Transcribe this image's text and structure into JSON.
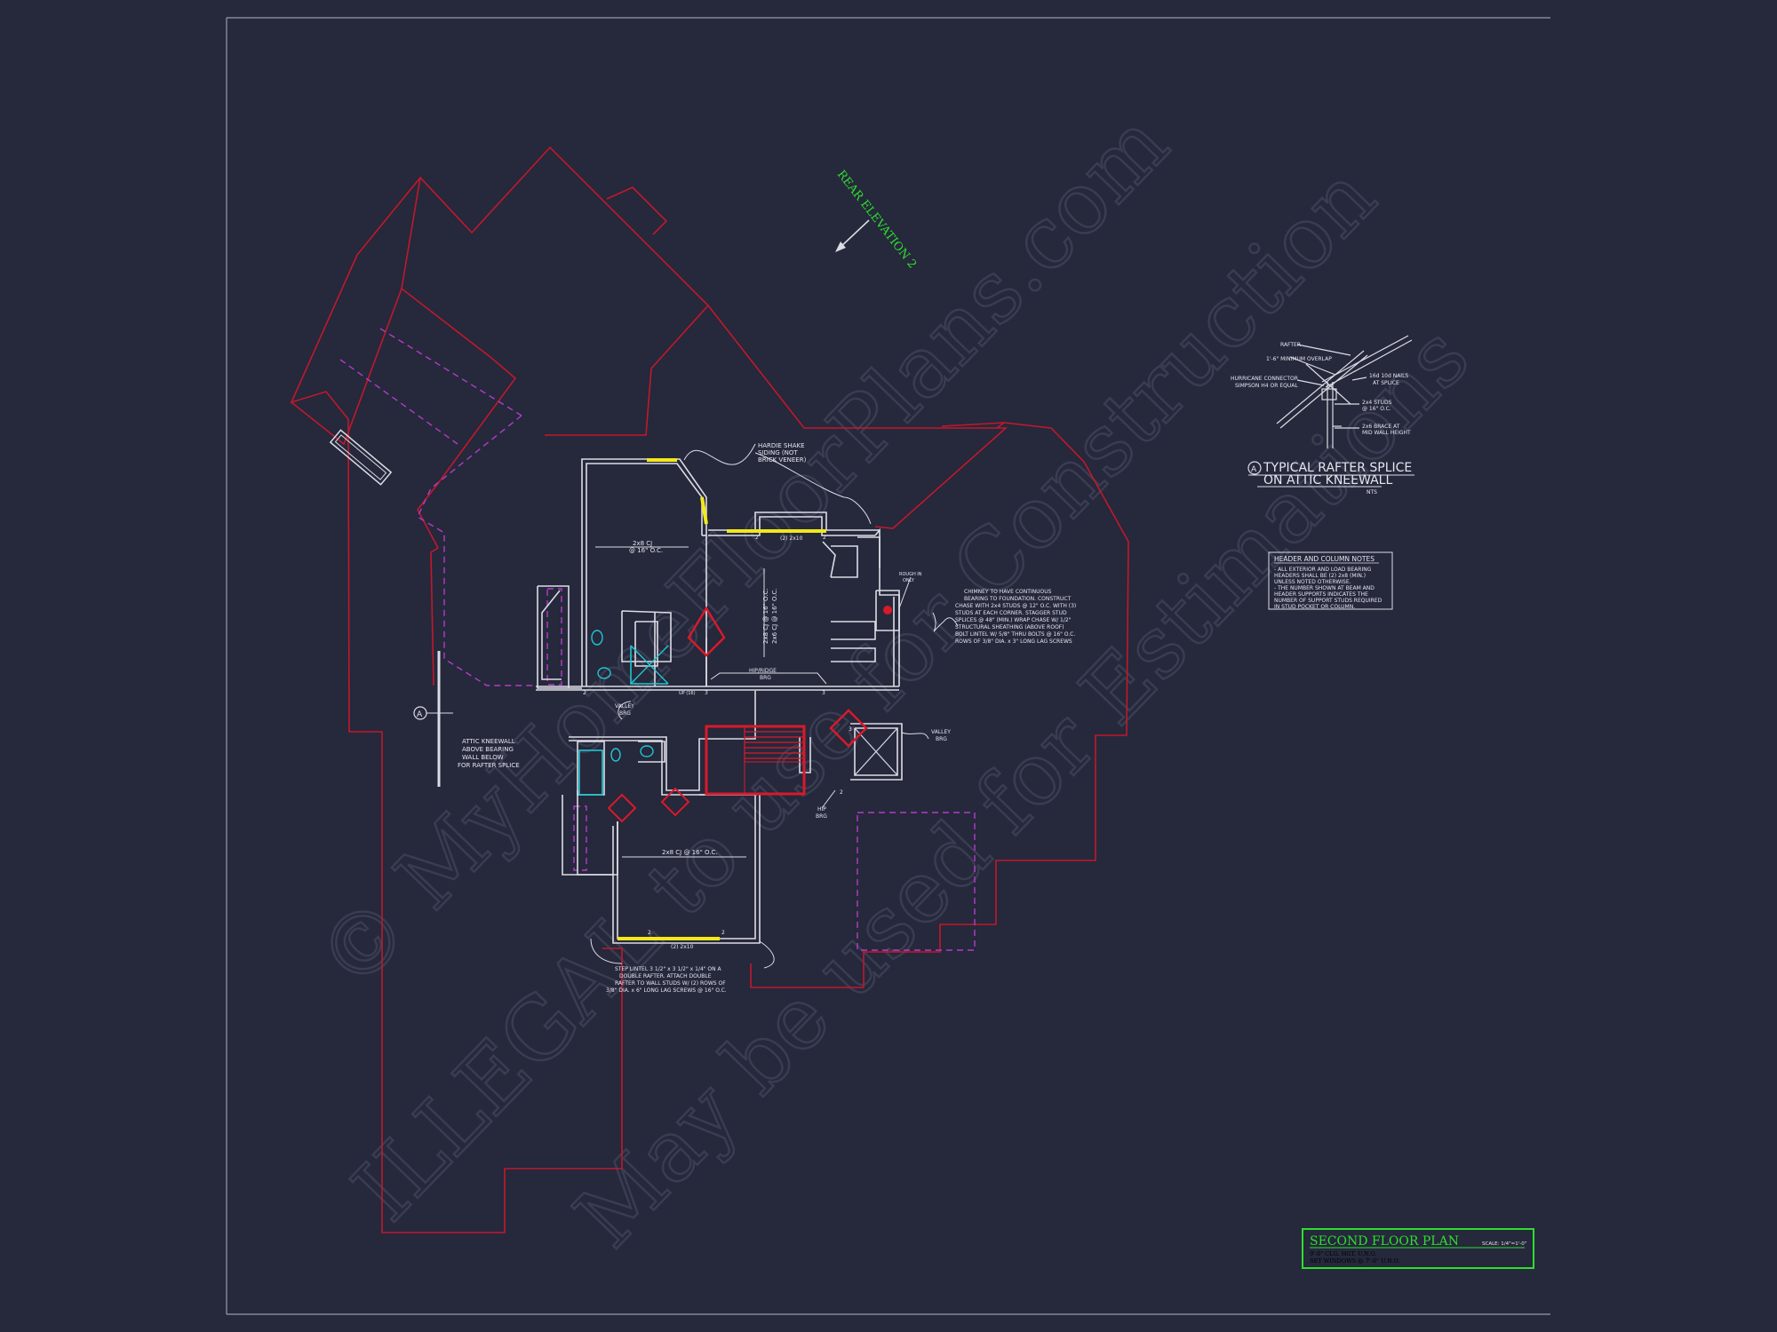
{
  "sheet": {
    "title": "SECOND FLOOR PLAN",
    "scale": "SCALE: 1/4\"=1'-0\"",
    "note_ceiling": "9'-0\" CLG. HGT. U.N.O.",
    "note_windows": "SET WINDOWS @ 7'-0\" U.N.O."
  },
  "direction_label": "REAR ELEVATION 2",
  "watermark": {
    "line1": "© MyHomeFloorPlans.com",
    "line2": "ILLEGAL to use for Construction",
    "line3": "May be used for Estimations"
  },
  "detail": {
    "marker": "A",
    "title_line1": "TYPICAL RAFTER SPLICE",
    "title_line2": "ON ATTIC KNEEWALL",
    "scale": "NTS",
    "labels": {
      "rafter": "RAFTER",
      "overlap": "1'-6\" MINIMUM OVERLAP",
      "connector_l1": "HURRICANE CONNECTOR",
      "connector_l2": "SIMPSON H4 OR EQUAL",
      "nails_l1": "16d 10d NAILS",
      "nails_l2": "AT SPLICE",
      "studs_l1": "2x4 STUDS",
      "studs_l2": "@ 16\" O.C.",
      "brace_l1": "2x6 BRACE AT",
      "brace_l2": "MID WALL HEIGHT"
    }
  },
  "header_notes": {
    "title": "HEADER AND COLUMN NOTES",
    "lines": [
      "- ALL EXTERIOR AND LOAD BEARING",
      "HEADERS SHALL BE (2) 2x8 (MIN.)",
      "UNLESS NOTED OTHERWISE.",
      "- THE NUMBER SHOWN AT BEAM AND",
      "HEADER SUPPORTS INDICATES THE",
      "NUMBER OF SUPPORT STUDS REQUIRED",
      "IN STUD POCKET OR COLUMN."
    ]
  },
  "annotations": {
    "siding_l1": "HARDIE SHAKE",
    "siding_l2": "SIDING (NOT",
    "siding_l3": "BRICK VENEER)",
    "cj_bed": "2x8 CJ",
    "cj_bed2": "@ 16\" O.C.",
    "cj_bonus": "2x8 CJ @ 16\" O.C.",
    "cj_bonus2": "2x6 CJ @ 16\" O.C.",
    "cj_lower": "2x8 CJ @ 16\" O.C.",
    "header_top": "(2) 2x10",
    "header_bottom": "(2) 2x10",
    "hip_ridge_l1": "HIP/RIDGE",
    "hip_ridge_l2": "BRG",
    "valley_left_l1": "VALLEY",
    "valley_left_l2": "BRG",
    "valley_right_l1": "VALLEY",
    "valley_right_l2": "BRG",
    "hip_brg_l1": "HIP",
    "hip_brg_l2": "BRG",
    "chimney_l1": "CHIMNEY TO HAVE CONTINUOUS",
    "chimney_l2": "BEARING TO FOUNDATION. CONSTRUCT",
    "chimney_l3": "CHASE WITH 2x4 STUDS @ 12\" O.C. WITH (3)",
    "chimney_l4": "STUDS AT EACH CORNER. STAGGER STUD",
    "chimney_l5": "SPLICES @ 48\" (MIN.) WRAP CHASE W/ 1/2\"",
    "chimney_l6": "STRUCTURAL SHEATHING (ABOVE ROOF)",
    "chimney_l7": "BOLT LINTEL W/ 5/8\" THRU BOLTS @ 16\" O.C.",
    "chimney_l8": "ROWS OF 3/8\" DIA. x 3\" LONG LAG SCREWS",
    "rough_in_l1": "ROUGH IN",
    "rough_in_l2": "ONLY",
    "kneewall_l1": "ATTIC KNEEWALL",
    "kneewall_l2": "ABOVE BEARING",
    "kneewall_l3": "WALL BELOW",
    "kneewall_l4": "FOR RAFTER SPLICE",
    "step_l1": "STEP LINTEL 3 1/2\" x 3 1/2\" x 1/4\" ON A",
    "step_l2": "DOUBLE RAFTER. ATTACH DOUBLE",
    "step_l3": "RAFTER TO WALL STUDS W/ (2) ROWS OF",
    "step_l4": "3/8\" DIA. x 6\" LONG LAG SCREWS @ 16\" O.C.",
    "section_marker": "A",
    "up_label": "UP (16)",
    "stud2": "2",
    "stud3": "3"
  }
}
